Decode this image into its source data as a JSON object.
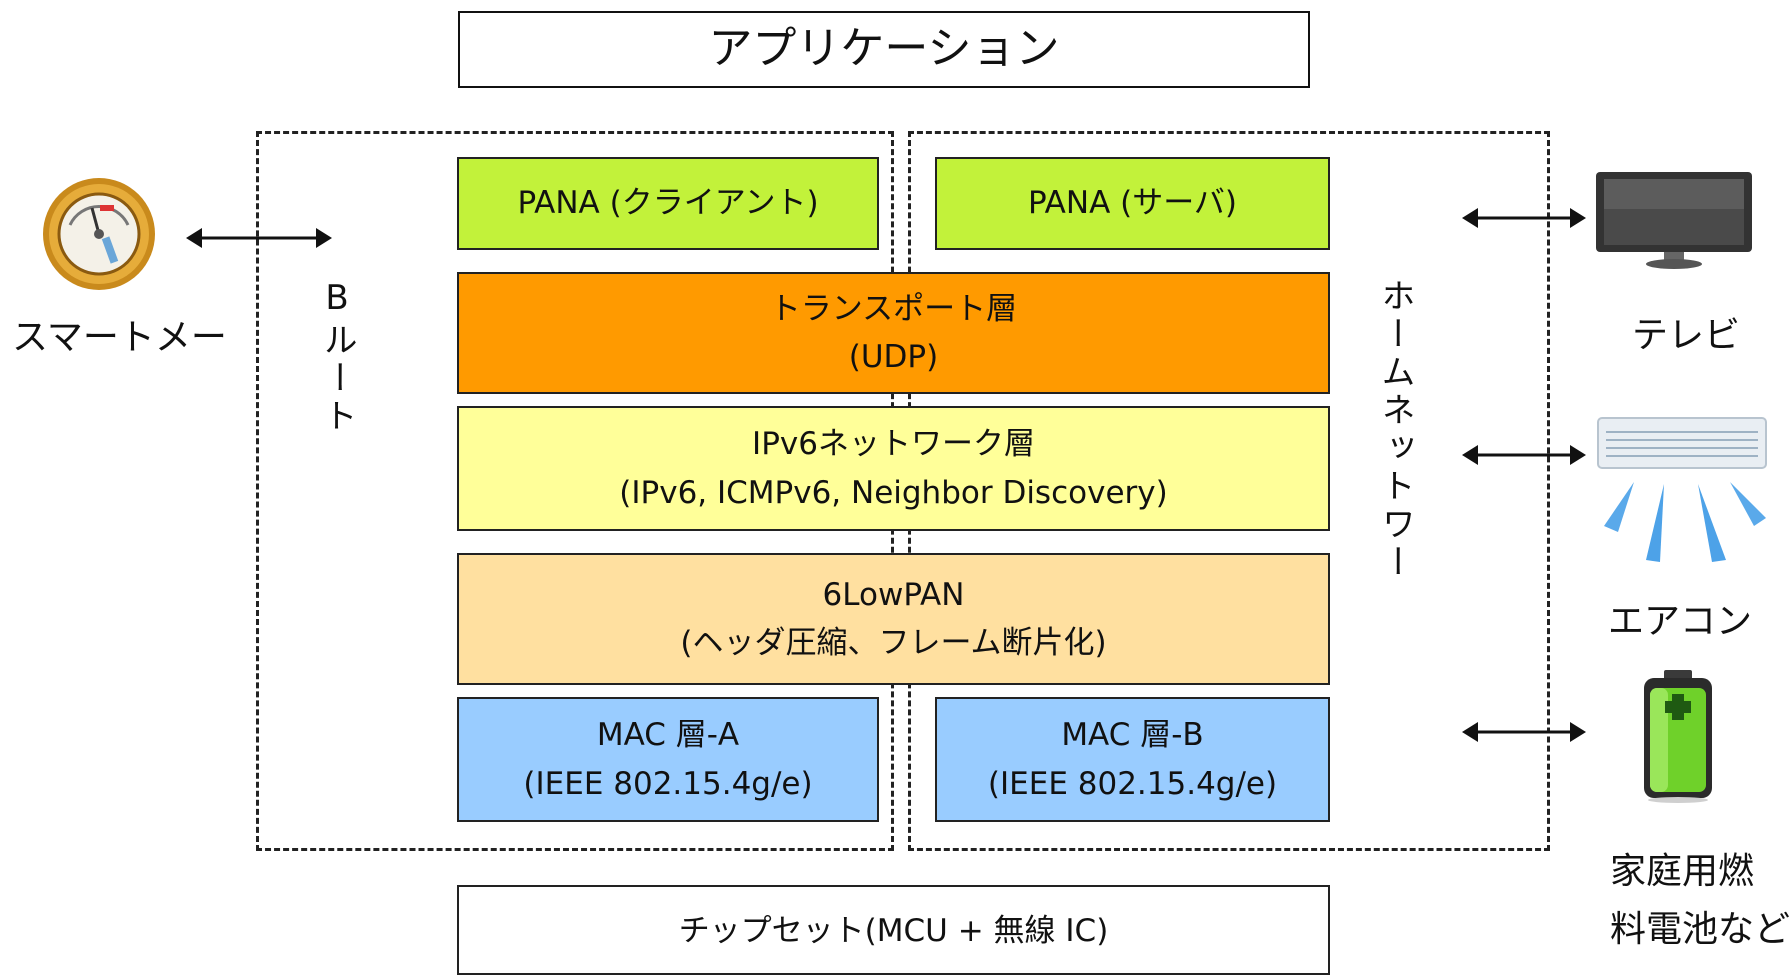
{
  "title": "アプリケーション",
  "colors": {
    "pana": "#c2f23a",
    "transport": "#ff9a00",
    "ipv6": "#ffff99",
    "lowpan": "#ffe0a0",
    "mac": "#99ccff",
    "border": "#222222"
  },
  "stack": {
    "pana_client": "PANA (クライアント)",
    "pana_server": "PANA (サーバ)",
    "transport": {
      "line1": "トランスポート層",
      "line2": "(UDP)"
    },
    "ipv6": {
      "line1": "IPv6ネットワーク層",
      "line2": "(IPv6, ICMPv6, Neighbor Discovery)"
    },
    "lowpan": {
      "line1": "6LowPAN",
      "line2": "(ヘッダ圧縮、フレーム断片化)"
    },
    "mac_a": {
      "line1": "MAC 層-A",
      "line2": "(IEEE 802.15.4g/e)"
    },
    "mac_b": {
      "line1": "MAC 層-B",
      "line2": "(IEEE 802.15.4g/e)"
    },
    "chipset": "チップセット(MCU + 無線 IC)"
  },
  "routes": {
    "b_route": "Bルート",
    "home_network": "ホームネットワー"
  },
  "devices": {
    "smart_meter": "スマートメー",
    "tv": "テレビ",
    "aircon": "エアコン",
    "fuel_cell_line1": "家庭用燃",
    "fuel_cell_line2": "料電池など"
  },
  "icons": [
    "gauge-icon",
    "tv-icon",
    "aircon-icon",
    "battery-icon",
    "double-arrow-icon"
  ]
}
